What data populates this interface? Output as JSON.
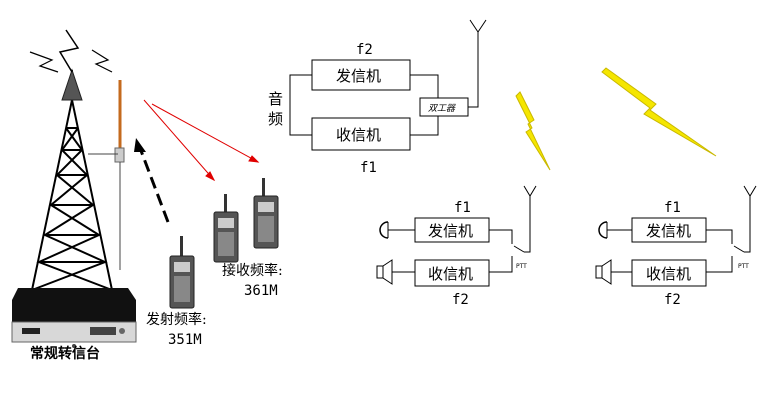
{
  "station": {
    "label": "常规转信台",
    "tx_label": "发射频率:",
    "tx_value": "351M",
    "rx_label": "接收频率:",
    "rx_value": "361M"
  },
  "repeater": {
    "audio_label_1": "音",
    "audio_label_2": "频",
    "tx_unit": "发信机",
    "rx_unit": "收信机",
    "tx_freq": "f2",
    "rx_freq": "f1",
    "duplexer": "双工器"
  },
  "handset_left": {
    "tx_unit": "发信机",
    "rx_unit": "收信机",
    "tx_freq": "f1",
    "rx_freq": "f2",
    "ptt": "PTT"
  },
  "handset_right": {
    "tx_unit": "发信机",
    "rx_unit": "收信机",
    "tx_freq": "f1",
    "rx_freq": "f2",
    "ptt": "PTT"
  },
  "colors": {
    "red_signal": "#e00000",
    "lightning": "#f5e600",
    "tower": "#000000"
  }
}
